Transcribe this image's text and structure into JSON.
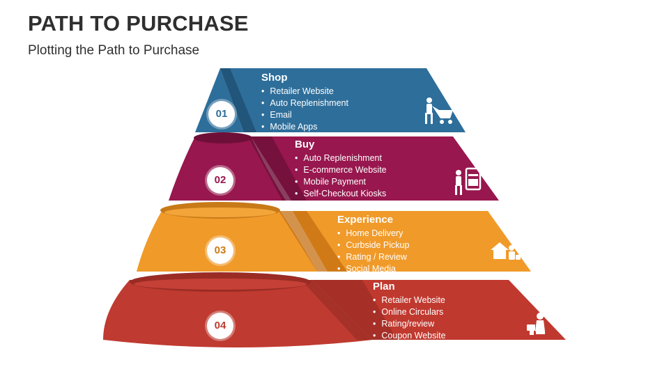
{
  "title": "PATH TO PURCHASE",
  "subtitle": "Plotting the Path to Purchase",
  "levels": [
    {
      "number": "01",
      "title": "Shop",
      "color": "#2e6e9a",
      "icon": "person-shopping-cart-icon",
      "bullets": [
        "Retailer Website",
        "Auto Replenishment",
        "Email",
        "Mobile Apps"
      ]
    },
    {
      "number": "02",
      "title": "Buy",
      "color": "#97174e",
      "icon": "person-at-store-icon",
      "bullets": [
        "Auto Replenishment",
        "E-commerce Website",
        "Mobile Payment",
        "Self-Checkout Kiosks"
      ]
    },
    {
      "number": "03",
      "title": "Experience",
      "color": "#f09a2a",
      "icon": "home-delivery-icon",
      "bullets": [
        "Home Delivery",
        "Curbside Pickup",
        "Rating / Review",
        "Social Media"
      ]
    },
    {
      "number": "04",
      "title": "Plan",
      "color": "#bf3a30",
      "icon": "person-at-laptop-icon",
      "bullets": [
        "Retailer Website",
        "Online Circulars",
        "Rating/review",
        "Coupon Website"
      ]
    }
  ]
}
